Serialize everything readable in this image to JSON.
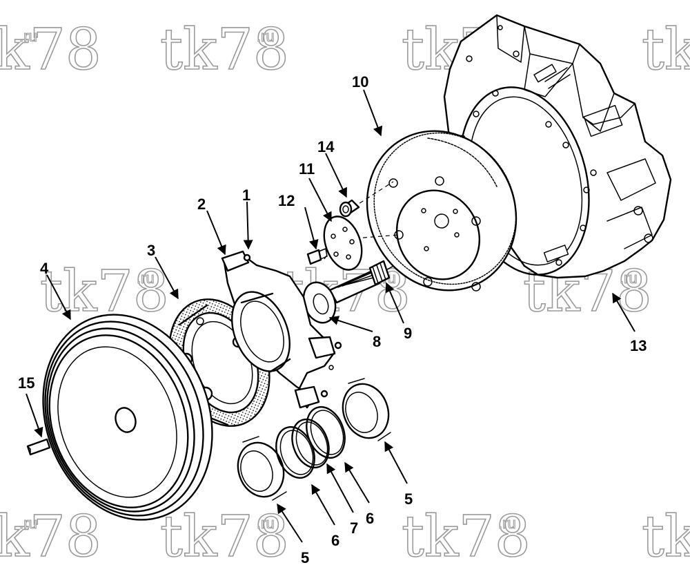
{
  "watermark": {
    "main": "tk78",
    "suffix": ".ru"
  },
  "callouts": [
    {
      "id": "1",
      "label": "1"
    },
    {
      "id": "2",
      "label": "2"
    },
    {
      "id": "3",
      "label": "3"
    },
    {
      "id": "4",
      "label": "4"
    },
    {
      "id": "5a",
      "label": "5"
    },
    {
      "id": "5b",
      "label": "5"
    },
    {
      "id": "6a",
      "label": "6"
    },
    {
      "id": "6b",
      "label": "6"
    },
    {
      "id": "7",
      "label": "7"
    },
    {
      "id": "8",
      "label": "8"
    },
    {
      "id": "9",
      "label": "9"
    },
    {
      "id": "10",
      "label": "10"
    },
    {
      "id": "11",
      "label": "11"
    },
    {
      "id": "12",
      "label": "12"
    },
    {
      "id": "13",
      "label": "13"
    },
    {
      "id": "14",
      "label": "14"
    },
    {
      "id": "15",
      "label": "15"
    }
  ]
}
